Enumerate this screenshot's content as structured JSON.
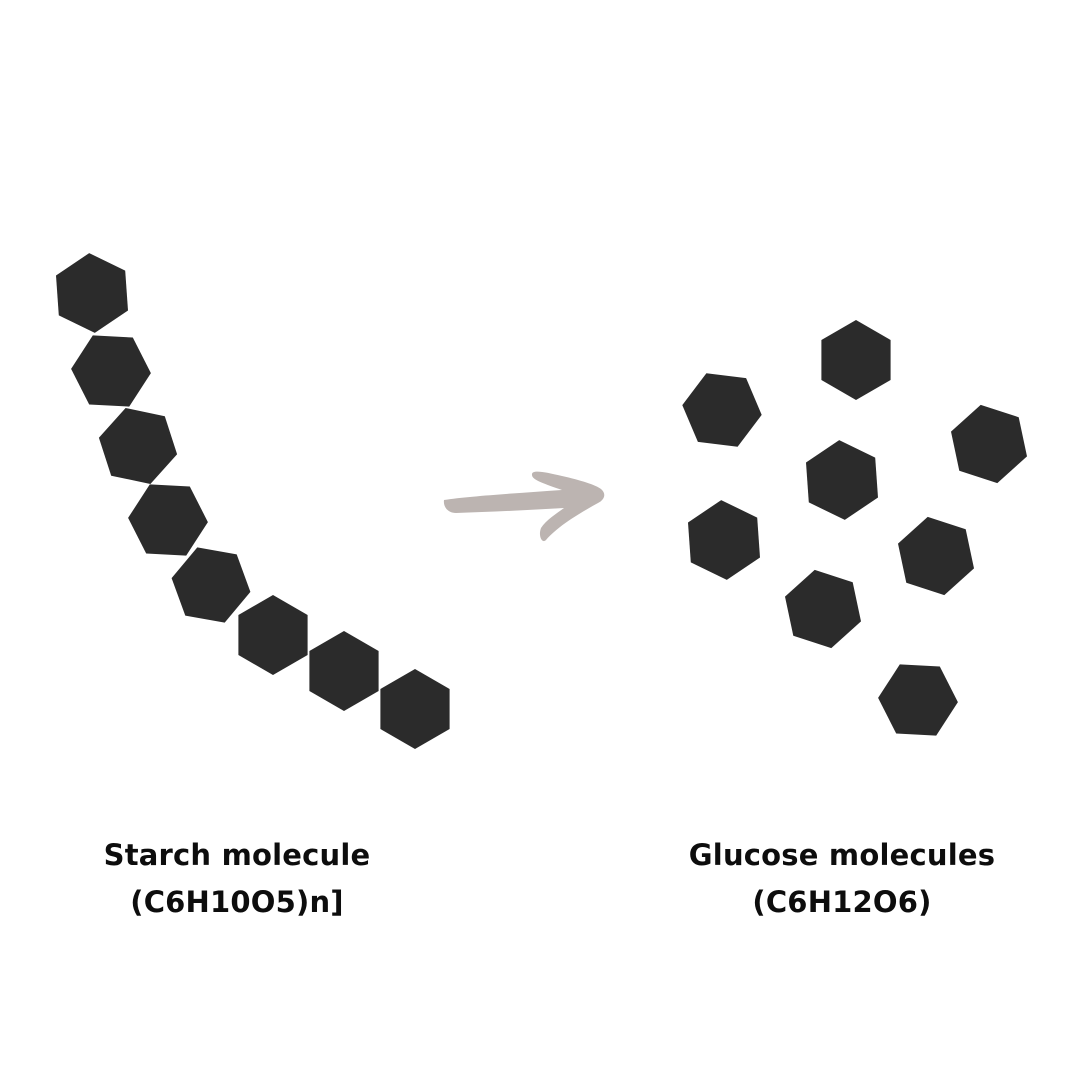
{
  "colors": {
    "background": "#ffffff",
    "molecule": "#2b2b2b",
    "arrow": "#bcb4b1",
    "text": "#0d0d0d"
  },
  "starch": {
    "label": "Starch molecule",
    "formula": "(C6H10O5)n]",
    "unit_count": 8
  },
  "glucose": {
    "label": "Glucose molecules",
    "formula": "(C6H12O6)",
    "molecule_count": 8
  },
  "arrow": {
    "icon": "hand-drawn-right-arrow"
  }
}
